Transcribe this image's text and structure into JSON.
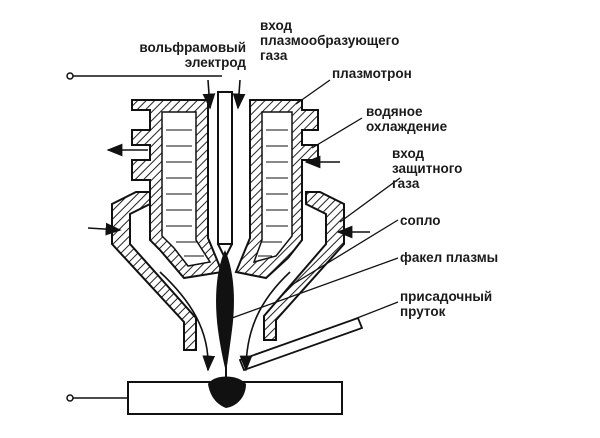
{
  "labels": {
    "tungsten_electrode": [
      "вольфрамовый",
      "электрод"
    ],
    "plasma_gas_inlet": [
      "вход",
      "плазмообразующего",
      "газа"
    ],
    "plasmatron": "плазмотрон",
    "water_cooling": [
      "водяное",
      "охлаждение"
    ],
    "shielding_gas_inlet": [
      "вход",
      "защитного",
      "газа"
    ],
    "nozzle": "сопло",
    "plasma_torch": "факел плазмы",
    "filler_rod": [
      "присадочный",
      "пруток"
    ]
  }
}
